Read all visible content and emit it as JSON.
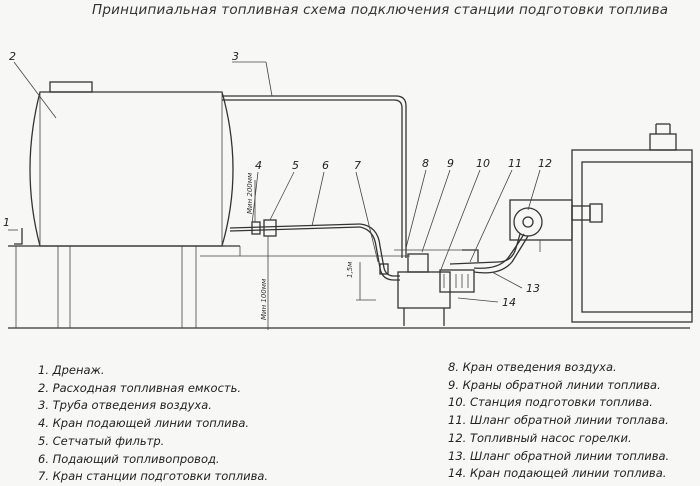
{
  "title": "Принципиальная топливная схема подключения станции подготовки топлива",
  "callouts": [
    "1",
    "2",
    "3",
    "4",
    "5",
    "6",
    "7",
    "8",
    "9",
    "10",
    "11",
    "12",
    "13",
    "14"
  ],
  "dimension_labels": {
    "upper": "Мин 200мм",
    "lower": "Мин 100мм",
    "height": "1,5м"
  },
  "legend_left": [
    "1. Дренаж.",
    "2. Расходная топливная емкость.",
    "3. Труба отведения воздуха.",
    "4. Кран подающей линии топлива.",
    "5. Сетчатый фильтр.",
    "6. Подающий топливопровод.",
    "7. Кран станции подготовки топлива."
  ],
  "legend_right": [
    "8. Кран отведения воздуха.",
    "9. Краны обратной линии топлива.",
    "10. Станция подготовки топлива.",
    "11. Шланг обратной линии топлава.",
    "12. Топливный насос горелки.",
    "13. Шланг обратной линии топлива.",
    "14. Кран подающей линии топлива."
  ]
}
